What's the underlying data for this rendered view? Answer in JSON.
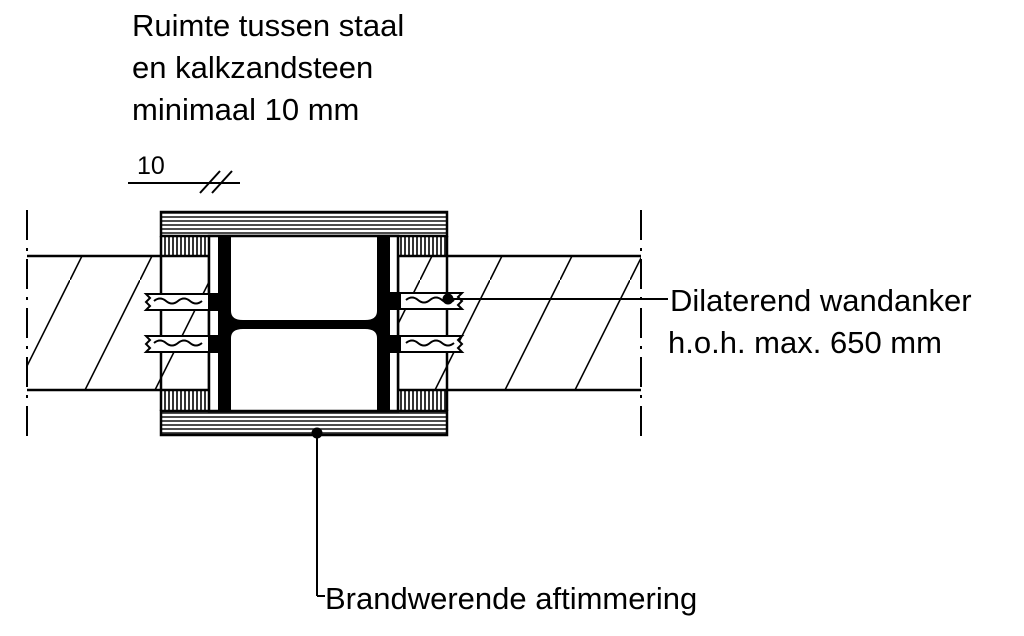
{
  "note": {
    "line1": "Ruimte tussen staal",
    "line2": "en kalkzandsteen",
    "line3": "minimaal 10 mm"
  },
  "dimension": {
    "value": "10"
  },
  "callouts": {
    "anchor_line1": "Dilaterend wandanker",
    "anchor_line2": "h.o.h. max. 650 mm",
    "cladding": "Brandwerende aftimmering"
  },
  "colors": {
    "line": "#000000",
    "background": "#ffffff"
  }
}
